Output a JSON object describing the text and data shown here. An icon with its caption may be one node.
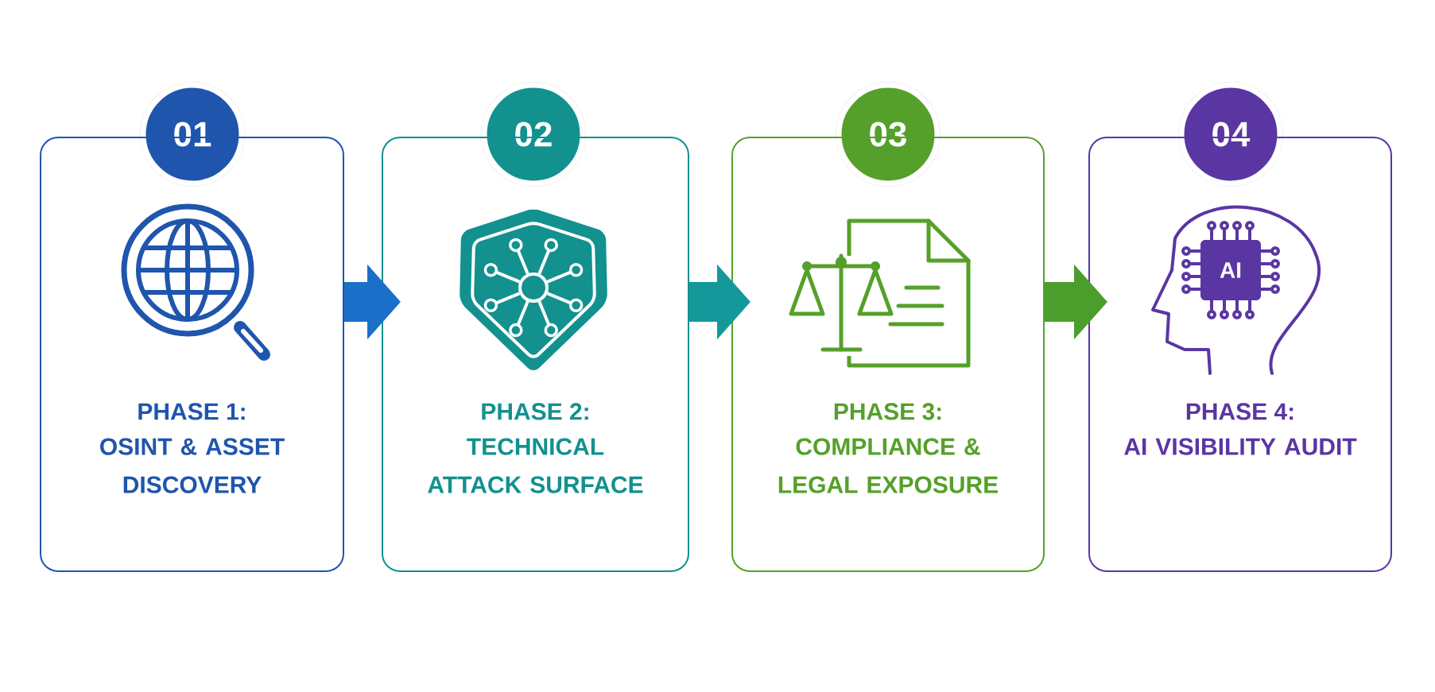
{
  "diagram": {
    "nodes": [
      {
        "text": [
          "01"
        ]
      },
      {
        "text": [
          "PHASE 1:",
          "OSINT & ASSET DISCOVERY"
        ]
      },
      {
        "text": [
          "02"
        ]
      },
      {
        "text": [
          "PHASE 2:",
          "TECHNICAL ATTACK SURFACE"
        ]
      },
      {
        "text": [
          "03"
        ]
      },
      {
        "text": [
          "PHASE 3:",
          "COMPLIANCE & LEGAL EXPOSURE"
        ]
      },
      {
        "text": [
          "04"
        ]
      },
      {
        "text": [
          "PHASE 4:",
          "AI VISIBILITY AUDIT"
        ]
      }
    ],
    "edges": [
      {
        "from": 1,
        "to": 3,
        "arrow": "to",
        "color": "#1a6fc9"
      },
      {
        "from": 3,
        "to": 5,
        "arrow": "to",
        "color": "#14989a"
      },
      {
        "from": 5,
        "to": 7,
        "arrow": "to",
        "color": "#4c9e2c"
      }
    ],
    "labels": [
      "AI"
    ]
  }
}
